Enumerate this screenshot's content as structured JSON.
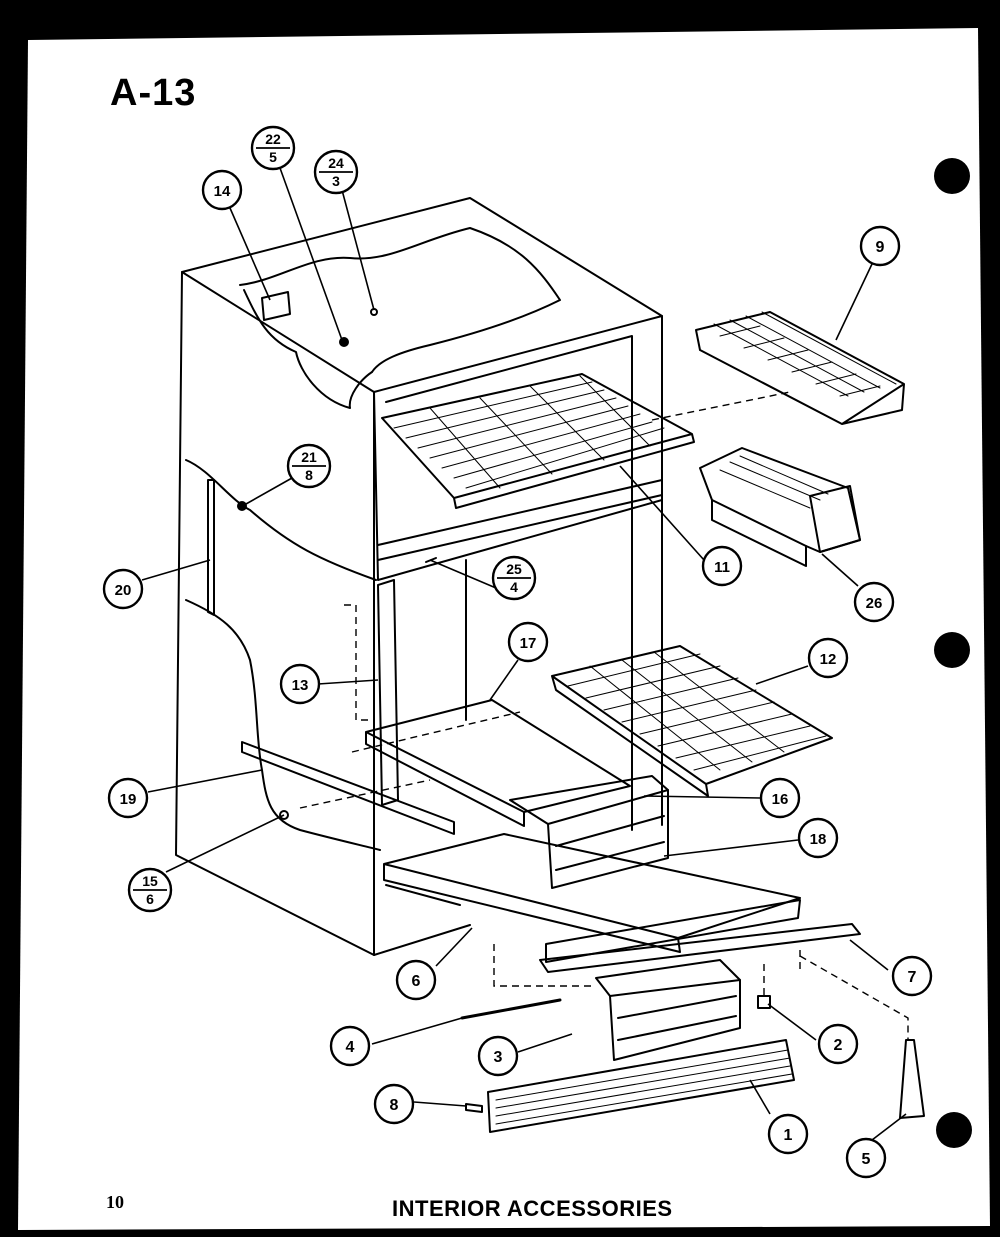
{
  "diagram": {
    "title": "A-13",
    "page_number": "10",
    "section_title": "INTERIOR ACCESSORIES",
    "colors": {
      "ink": "#000000",
      "paper": "#ffffff",
      "background": "#000000"
    },
    "callouts": [
      {
        "id": "c1",
        "label": "1"
      },
      {
        "id": "c2",
        "label": "2"
      },
      {
        "id": "c3",
        "label": "3"
      },
      {
        "id": "c4",
        "label": "4"
      },
      {
        "id": "c5",
        "label": "5"
      },
      {
        "id": "c6",
        "label": "6"
      },
      {
        "id": "c7",
        "label": "7"
      },
      {
        "id": "c8",
        "label": "8"
      },
      {
        "id": "c9",
        "label": "9"
      },
      {
        "id": "c11",
        "label": "11"
      },
      {
        "id": "c12",
        "label": "12"
      },
      {
        "id": "c13",
        "label": "13"
      },
      {
        "id": "c14",
        "label": "14"
      },
      {
        "id": "c16",
        "label": "16"
      },
      {
        "id": "c17",
        "label": "17"
      },
      {
        "id": "c18",
        "label": "18"
      },
      {
        "id": "c19",
        "label": "19"
      },
      {
        "id": "c20",
        "label": "20"
      },
      {
        "id": "c26",
        "label": "26"
      }
    ],
    "split_callouts": [
      {
        "id": "s22",
        "top": "22",
        "bottom": "5"
      },
      {
        "id": "s24",
        "top": "24",
        "bottom": "3"
      },
      {
        "id": "s21",
        "top": "21",
        "bottom": "8"
      },
      {
        "id": "s25",
        "top": "25",
        "bottom": "4"
      },
      {
        "id": "s15",
        "top": "15",
        "bottom": "6"
      }
    ]
  }
}
